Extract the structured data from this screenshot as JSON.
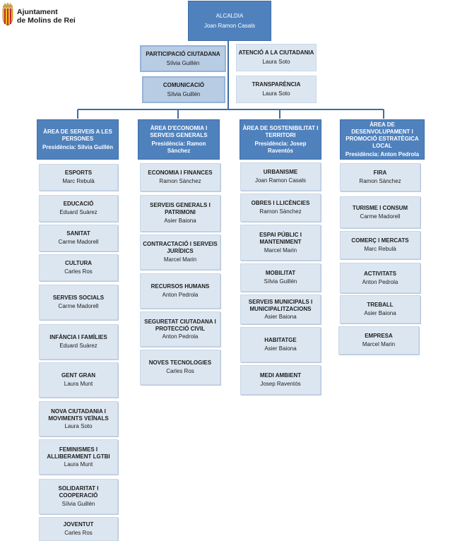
{
  "logo": {
    "line1": "Ajuntament",
    "line2": "de Molins de Rei"
  },
  "top": {
    "title": "ALCALDIA",
    "person": "Joan Ramon Casals"
  },
  "staff": [
    {
      "title": "PARTICIPACIÓ CIUTADANA",
      "person": "Sílvia Guillén"
    },
    {
      "title": "COMUNICACIÓ",
      "person": "Sílvia Guillén"
    },
    {
      "title": "ATENCIÓ A LA CIUTADANIA",
      "person": "Laura Soto"
    },
    {
      "title": "TRANSPARÈNCIA",
      "person": "Laura Soto"
    }
  ],
  "areas": [
    {
      "title": "ÀREA DE SERVEIS A LES PERSONES",
      "presidency": "Presidència:  Sílvia Guillén",
      "units": [
        {
          "title": "ESPORTS",
          "person": "Marc Rebulà"
        },
        {
          "title": "EDUCACIÓ",
          "person": "Eduard Suàrez"
        },
        {
          "title": "SANITAT",
          "person": "Carme Madorell"
        },
        {
          "title": "CULTURA",
          "person": "Carles Ros"
        },
        {
          "title": "SERVEIS SOCIALS",
          "person": "Carme Madorell"
        },
        {
          "title": "INFÀNCIA I FAMÍLIES",
          "person": "Eduard Suàrez"
        },
        {
          "title": "GENT GRAN",
          "person": "Laura Munt"
        },
        {
          "title": "NOVA CIUTADANIA i MOVIMENTS VEÏNALS",
          "person": "Laura Soto"
        },
        {
          "title": "FEMINISMES I ALLIBERAMENT LGTBI",
          "person": "Laura Munt"
        },
        {
          "title": "SOLIDARITAT I COOPERACIÓ",
          "person": "Sílvia Guillén"
        },
        {
          "title": "JOVENTUT",
          "person": "Carles Ros"
        }
      ]
    },
    {
      "title": "ÀREA D'ECONOMIA I SERVEIS GENERALS",
      "presidency": "Presidència:  Ramon Sànchez",
      "units": [
        {
          "title": "ECONOMIA I FINANCES",
          "person": "Ramon Sànchez"
        },
        {
          "title": "SERVEIS GENERALS i PATRIMONI",
          "person": "Asier Baiona"
        },
        {
          "title": "CONTRACTACIÓ I SERVEIS JURÍDICS",
          "person": "Marcel Marin"
        },
        {
          "title": "RECURSOS HUMANS",
          "person": "Anton Pedrola"
        },
        {
          "title": "SEGURETAT CIUTADANA I PROTECCIÓ CIVIL",
          "person": "Anton Pedrola"
        },
        {
          "title": "NOVES TECNOLOGIES",
          "person": "Carles Ros"
        }
      ]
    },
    {
      "title": "ÀREA DE SOSTENIBILITAT I TERRITORI",
      "presidency": "Presidència:  Josep Raventós",
      "units": [
        {
          "title": "URBANISME",
          "person": "Joan Ramon Casals"
        },
        {
          "title": "OBRES I LLICÈNCIES",
          "person": "Ramon Sànchez"
        },
        {
          "title": "ESPAI PÚBLIC I MANTENIMENT",
          "person": "Marcel Marin"
        },
        {
          "title": "MOBILITAT",
          "person": "Sílvia Guillén"
        },
        {
          "title": "SERVEIS MUNICIPALS i MUNICIPALITZACIONS",
          "person": "Asier Baiona"
        },
        {
          "title": "HABITATGE",
          "person": "Asier Baiona"
        },
        {
          "title": "MEDI AMBIENT",
          "person": "Josep Raventós"
        }
      ]
    },
    {
      "title": "ÀREA DE DESENVOLUPAMENT I PROMOCIÓ ESTRATÈGICA LOCAL",
      "presidency": "Presidència:  Anton Pedrola",
      "units": [
        {
          "title": "FIRA",
          "person": "Ramon Sànchez"
        },
        {
          "title": "TURISME I CONSUM",
          "person": "Carme Madorell"
        },
        {
          "title": "COMERÇ I MERCATS",
          "person": "Marc Rebulà"
        },
        {
          "title": "ACTIVITATS",
          "person": "Anton Pedrola"
        },
        {
          "title": "TREBALL",
          "person": "Asier Baiona"
        },
        {
          "title": "EMPRESA",
          "person": "Marcel Marin"
        }
      ]
    }
  ],
  "colors": {
    "area": "#4f81bd",
    "unit": "#dce6f1",
    "staff_highlight": "#b8cce4",
    "connector": "#3e6da6"
  }
}
